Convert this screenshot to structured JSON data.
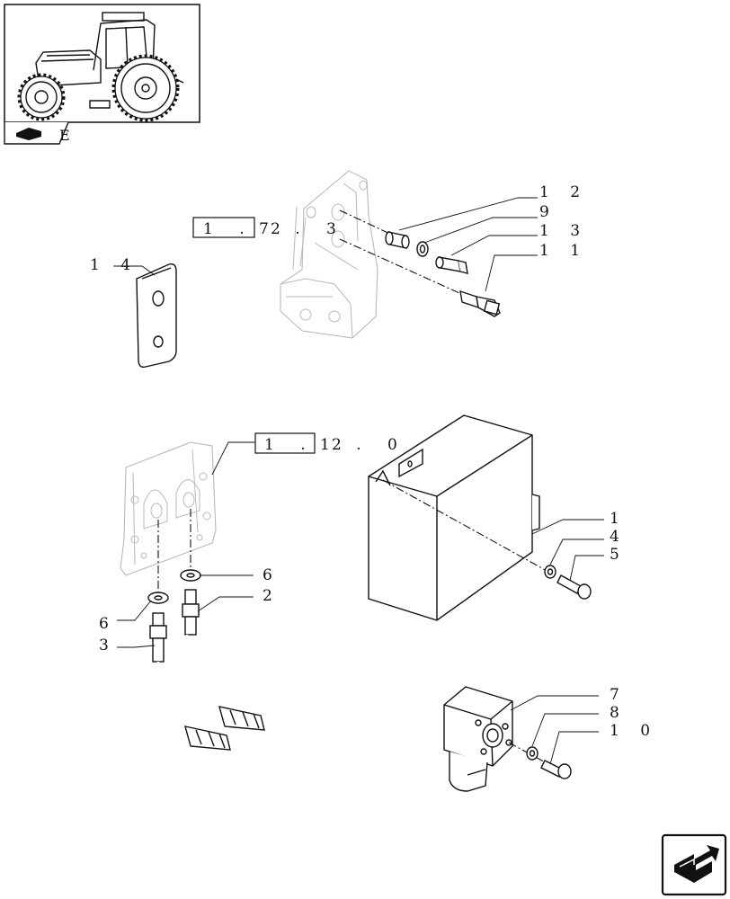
{
  "nav_tab_label": "E",
  "references": [
    {
      "id": "ref-1-27-3",
      "boxed": "1 . 2",
      "rest": "7 . 3"
    },
    {
      "id": "ref-1-21-0",
      "boxed": "1 . 2",
      "rest": "1 . 0"
    }
  ],
  "callouts": {
    "c1": "1",
    "c2": "2",
    "c3": "3",
    "c4": "4",
    "c5": "5",
    "c6a": "6",
    "c6b": "6",
    "c7": "7",
    "c8": "8",
    "c9": "9",
    "c10": "1 0",
    "c11": "1 1",
    "c12": "1 2",
    "c13": "1 3",
    "c14": "1 4"
  }
}
